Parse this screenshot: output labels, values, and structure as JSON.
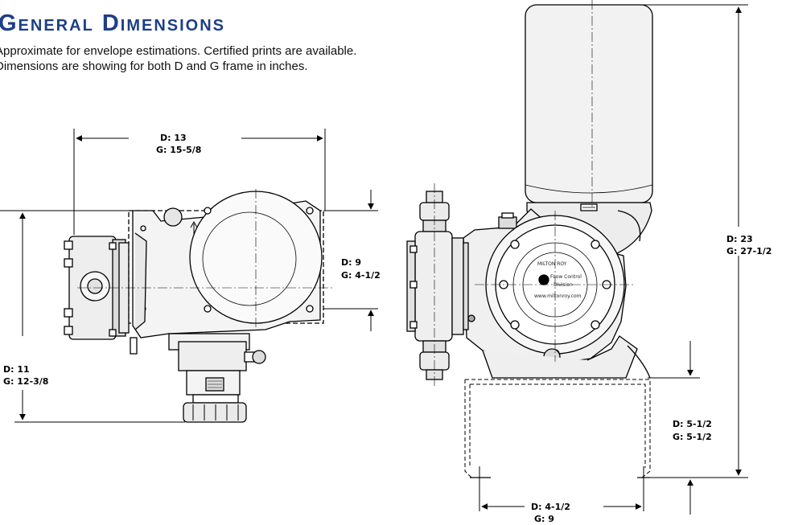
{
  "header": {
    "title": "General Dimensions",
    "line1": "Approximate for envelope estimations. Certified prints are available.",
    "line2": "Dimensions are showing for both D and G frame in inches."
  },
  "dimensions": {
    "side_width": {
      "d": "D: 13",
      "g": "G: 15-5/8"
    },
    "side_mid": {
      "d": "D: 9",
      "g": "G: 4-1/2"
    },
    "side_height": {
      "d": "D: 11",
      "g": "G: 12-3/8"
    },
    "front_height": {
      "d": "D: 23",
      "g": "G: 27-1/2"
    },
    "base_height": {
      "d": "D: 5-1/2",
      "g": "G: 5-1/2"
    },
    "base_width": {
      "d": "D: 4-1/2",
      "g": "G: 9"
    }
  },
  "nameplate": {
    "line1": "MILTON ROY",
    "line2": "FLow Control",
    "line3": "Division",
    "url": "www.miltonroy.com"
  }
}
